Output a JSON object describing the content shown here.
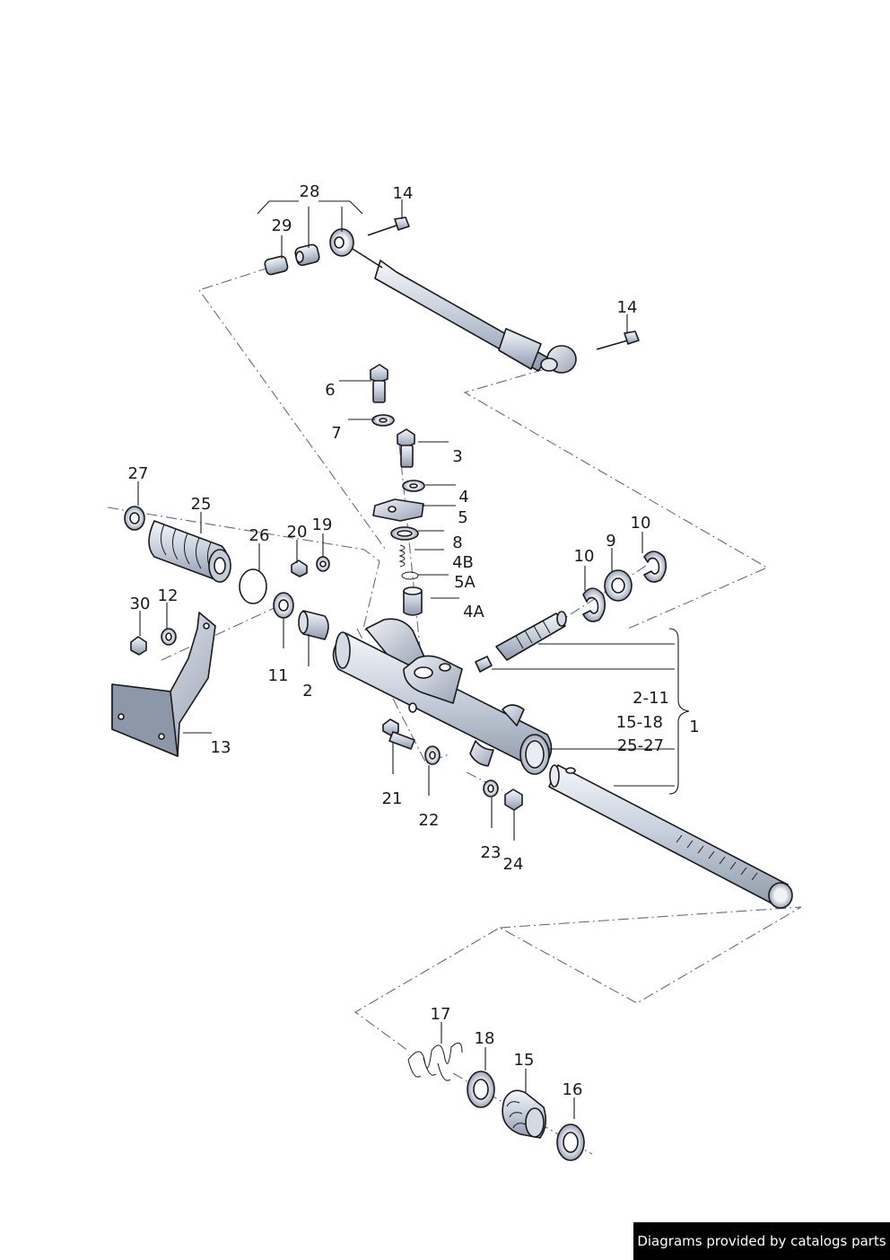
{
  "callouts": {
    "n1": "1",
    "n2": "2",
    "n3": "3",
    "n4": "4",
    "n4A": "4A",
    "n4B": "4B",
    "n5": "5",
    "n5A": "5A",
    "n6": "6",
    "n7": "7",
    "n8": "8",
    "n9": "9",
    "n10": "10",
    "n11": "11",
    "n12": "12",
    "n13": "13",
    "n14": "14",
    "n15": "15",
    "n16": "16",
    "n17": "17",
    "n18": "18",
    "n19": "19",
    "n20": "20",
    "n21": "21",
    "n22": "22",
    "n23": "23",
    "n24": "24",
    "n25": "25",
    "n26": "26",
    "n27": "27",
    "n28": "28",
    "n29": "29",
    "n30": "30"
  },
  "range_labels": {
    "r1": "2-11",
    "r2": "15-18",
    "r3": "25-27"
  },
  "credit": "Diagrams provided by catalogs parts"
}
